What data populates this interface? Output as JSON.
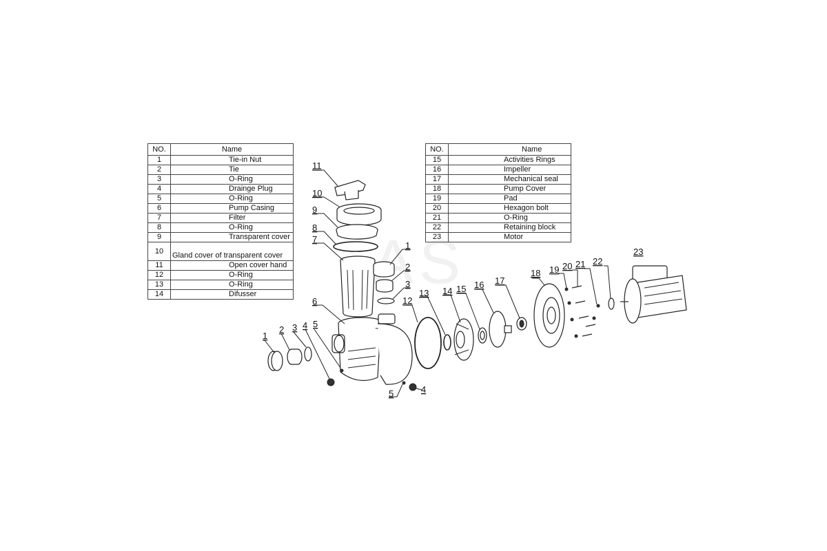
{
  "watermark": "AS",
  "table_left": {
    "header_no": "NO.",
    "header_name": "Name",
    "rows": [
      {
        "no": "1",
        "name": "Tie-in Nut"
      },
      {
        "no": "2",
        "name": "Tie"
      },
      {
        "no": "3",
        "name": "O-Ring"
      },
      {
        "no": "4",
        "name": "Drainge Plug"
      },
      {
        "no": "5",
        "name": "O-Ring"
      },
      {
        "no": "6",
        "name": "Pump Casing"
      },
      {
        "no": "7",
        "name": "Filter"
      },
      {
        "no": "8",
        "name": "O-Ring"
      },
      {
        "no": "9",
        "name": "Transparent cover"
      },
      {
        "no": "10",
        "name": "Gland cover of transparent cover"
      },
      {
        "no": "11",
        "name": "Open cover hand"
      },
      {
        "no": "12",
        "name": "O-Ring"
      },
      {
        "no": "13",
        "name": "O-Ring"
      },
      {
        "no": "14",
        "name": "Difusser"
      }
    ]
  },
  "table_right": {
    "header_no": "NO.",
    "header_name": "Name",
    "rows": [
      {
        "no": "15",
        "name": "Activities Rings"
      },
      {
        "no": "16",
        "name": "Impeller"
      },
      {
        "no": "17",
        "name": "Mechanical seal"
      },
      {
        "no": "18",
        "name": "Pump Cover"
      },
      {
        "no": "19",
        "name": "Pad"
      },
      {
        "no": "20",
        "name": "Hexagon bolt"
      },
      {
        "no": "21",
        "name": "O-Ring"
      },
      {
        "no": "22",
        "name": "Retaining block"
      },
      {
        "no": "23",
        "name": "Motor"
      }
    ]
  },
  "callouts": {
    "c11": "11",
    "c10": "10",
    "c9": "9",
    "c8": "8",
    "c7": "7",
    "c1_top": "1",
    "c2_top": "2",
    "c3_top": "3",
    "c6": "6",
    "c12": "12",
    "c13": "13",
    "c14": "14",
    "c15": "15",
    "c16": "16",
    "c17": "17",
    "c18": "18",
    "c19": "19",
    "c20": "20",
    "c21": "21",
    "c22": "22",
    "c23": "23",
    "c1_left": "1",
    "c2_left": "2",
    "c3_left": "3",
    "c4_left": "4",
    "c5_left": "5",
    "c5_bottom": "5",
    "c4_bottom": "4"
  }
}
